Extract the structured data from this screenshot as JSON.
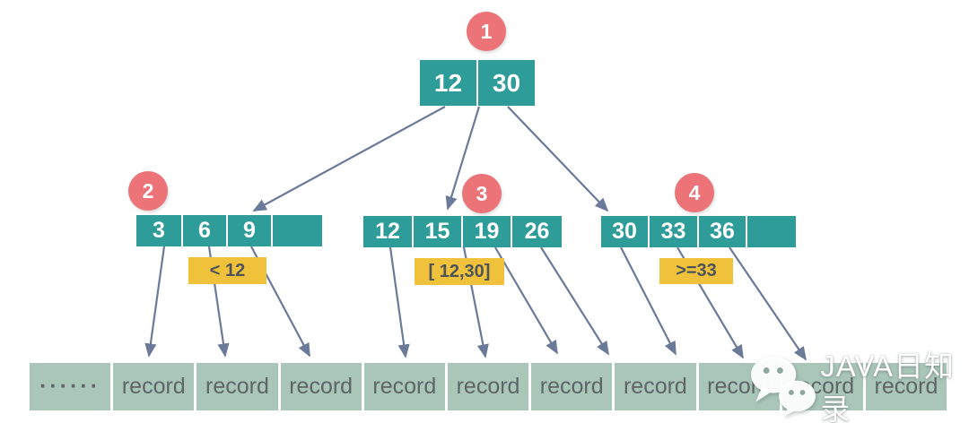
{
  "tree": {
    "root": {
      "badge": "1",
      "keys": [
        "12",
        "30"
      ]
    },
    "children": [
      {
        "badge": "2",
        "keys": [
          "3",
          "6",
          "9",
          ""
        ],
        "range_label": "< 12"
      },
      {
        "badge": "3",
        "keys": [
          "12",
          "15",
          "19",
          "26"
        ],
        "range_label": "[ 12,30]"
      },
      {
        "badge": "4",
        "keys": [
          "30",
          "33",
          "36",
          ""
        ],
        "range_label": ">=33"
      }
    ]
  },
  "leaf_row": {
    "cells": [
      "······",
      "record",
      "record",
      "record",
      "record",
      "record",
      "record",
      "record",
      "record",
      "record",
      "record"
    ]
  },
  "watermark": {
    "icon": "wechat-icon",
    "text": "JAVA日知录"
  },
  "colors": {
    "node_teal": "#2e9c99",
    "badge_red": "#ec7377",
    "label_yellow": "#f0c13a",
    "leaf_green": "#a9c6b9",
    "arrow_gray": "#6b7a99",
    "key_text": "#ffffff",
    "leaf_text": "#5d6567"
  }
}
